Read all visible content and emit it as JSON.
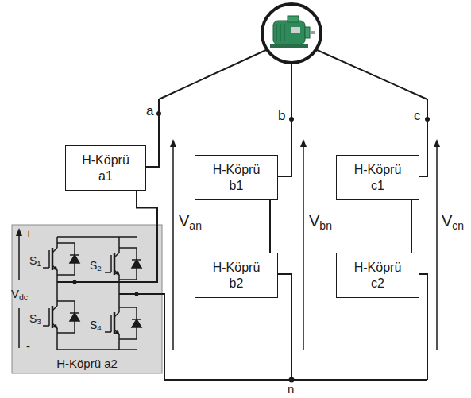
{
  "diagram": {
    "nodes": [
      {
        "text": [
          "H-Köprü a1"
        ]
      },
      {
        "text": [
          "H-Köprü b1"
        ]
      },
      {
        "text": [
          "H-Köprü c1"
        ]
      },
      {
        "text": [
          "H-Köprü a2"
        ]
      },
      {
        "text": [
          "H-Köprü b2"
        ]
      },
      {
        "text": [
          "H-Köprü c2"
        ]
      }
    ],
    "edges": [
      {
        "from": 0,
        "to": 3,
        "arrow": "none"
      },
      {
        "from": 1,
        "to": 4,
        "arrow": "none"
      },
      {
        "from": 2,
        "to": 5,
        "arrow": "none"
      }
    ],
    "labels": [
      "a",
      "b",
      "c",
      "Van",
      "Vbn",
      "Vcn",
      "n",
      "+",
      "Vdc",
      "-",
      "S1",
      "S2",
      "S3",
      "S4"
    ]
  }
}
